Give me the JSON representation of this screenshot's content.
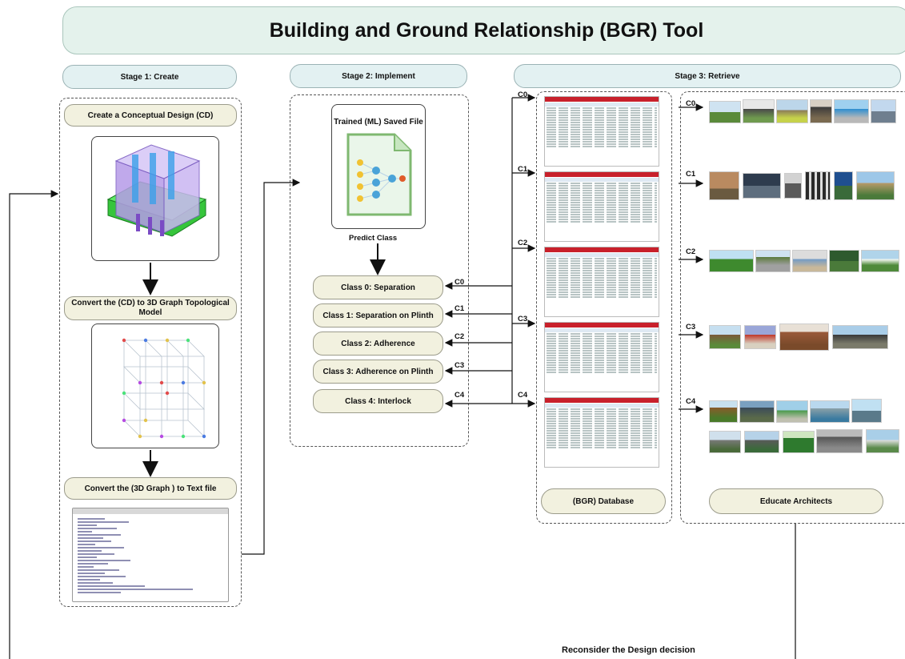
{
  "title": "Building and Ground Relationship (BGR) Tool",
  "stages": {
    "s1": "Stage 1: Create",
    "s2": "Stage 2: Implement",
    "s3": "Stage 3: Retrieve"
  },
  "stage1": {
    "step1": "Create a Conceptual Design (CD)",
    "step2": "Convert the (CD) to 3D Graph Topological Model",
    "step3": "Convert the (3D Graph ) to Text file"
  },
  "stage2": {
    "ml_title": "Trained (ML) Saved File",
    "predict": "Predict Class",
    "classes": [
      "Class 0: Separation",
      "Class 1: Separation on Plinth",
      "Class 2: Adherence",
      "Class 3: Adherence on Plinth",
      "Class 4: Interlock"
    ],
    "codes": [
      "C0",
      "C1",
      "C2",
      "C3",
      "C4"
    ]
  },
  "stage3": {
    "db_codes": [
      "C0",
      "C1",
      "C2",
      "C3",
      "C4"
    ],
    "img_codes": [
      "C0",
      "C1",
      "C2",
      "C3",
      "C4"
    ],
    "database": "(BGR) Database",
    "educate": "Educate Architects"
  },
  "feedback": "Reconsider the Design decision",
  "colors": {
    "title_bg": "#e4f2ec",
    "stage_bg": "#e3f1f2",
    "pill_bg": "#f2f1df",
    "db_header": "#c8202b",
    "cube_purple": "#b59be8",
    "plinth_green": "#2fc23a"
  }
}
